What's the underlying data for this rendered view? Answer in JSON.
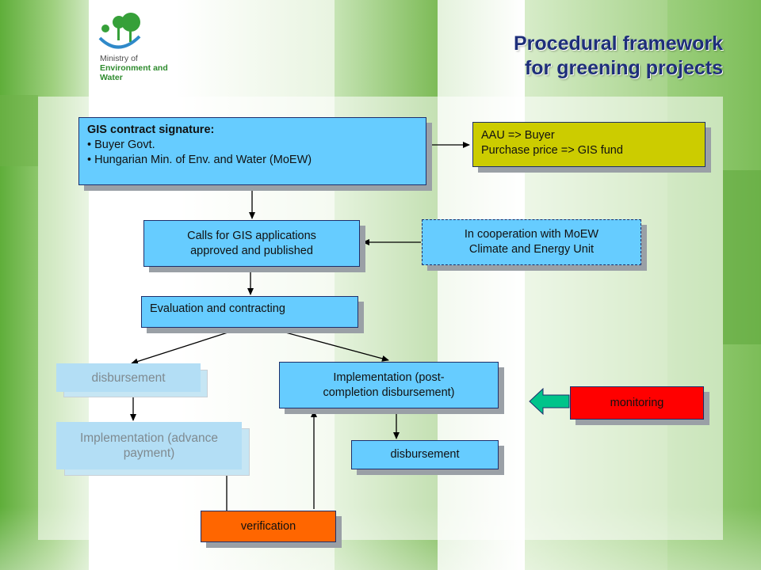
{
  "logo": {
    "line1": "Ministry of",
    "line2": "Environment and",
    "line3": "Water"
  },
  "title": {
    "line1": "Procedural framework",
    "line2": "for greening projects"
  },
  "boxes": {
    "gis_contract": {
      "heading": "GIS contract signature:",
      "bullets": [
        "• Buyer Govt.",
        "• Hungarian Min. of Env. and Water (MoEW)"
      ]
    },
    "aau": {
      "line1": "AAU => Buyer",
      "line2": "Purchase price => GIS fund"
    },
    "calls": {
      "line1": "Calls for GIS applications",
      "line2": "approved and published"
    },
    "cooperation": {
      "line1": "In cooperation with MoEW",
      "line2": "Climate and Energy Unit"
    },
    "evaluation": "Evaluation and contracting",
    "implementation_post": {
      "line1": "Implementation (post-",
      "line2": "completion disbursement)"
    },
    "monitoring": "monitoring",
    "disbursement_right": "disbursement",
    "verification": "verification",
    "disbursement_left": "disbursement",
    "implementation_advance": {
      "line1": "Implementation (advance",
      "line2": "payment)"
    }
  },
  "colors": {
    "box_blue": "#66ccff",
    "box_yellow": "#cccc00",
    "box_red": "#ff0000",
    "box_orange": "#ff6600",
    "title": "#1e2f7a",
    "green_accent": "#8cc46a"
  },
  "icons": {
    "logo": "tree-logo-icon",
    "monitoring_arrow": "arrow-left-icon"
  }
}
